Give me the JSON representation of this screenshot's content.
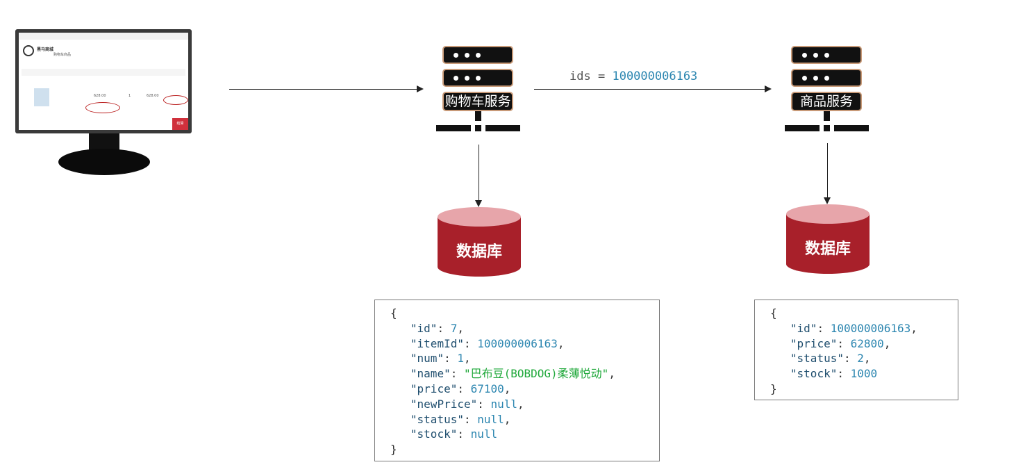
{
  "client": {
    "logo": "黑马商城",
    "page_title": "购物车商品",
    "price": "628.00",
    "qty": "1",
    "subtotal": "628.00",
    "checkout": "结算"
  },
  "cart_service": {
    "label": "购物车服务",
    "db_label": "数据库"
  },
  "item_service": {
    "label": "商品服务",
    "db_label": "数据库"
  },
  "request": {
    "key": "ids",
    "eq": "=",
    "value": "100000006163"
  },
  "cart_json": {
    "id": "7",
    "itemId": "100000006163",
    "num": "1",
    "name": "\"巴布豆(BOBDOG)柔薄悦动\"",
    "price": "67100",
    "newPrice": "null",
    "status": "null",
    "stock": "null"
  },
  "item_json": {
    "id": "100000006163",
    "price": "62800",
    "status": "2",
    "stock": "1000"
  },
  "colors": {
    "db": "#a8202a",
    "server": "#111111",
    "number": "#2c86b0",
    "string": "#1fa83a"
  }
}
